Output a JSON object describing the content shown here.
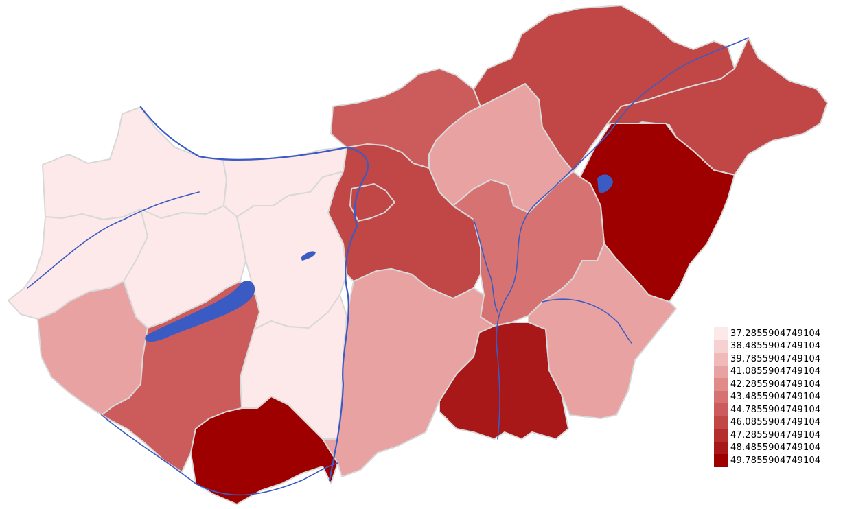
{
  "map": {
    "water_color": "#3b5bc4",
    "border_color": "#d8d8d8"
  },
  "legend": {
    "entries": [
      {
        "label": "37.2855904749104",
        "color": "#fde9e9"
      },
      {
        "label": "38.4855904749104",
        "color": "#f7d1d1"
      },
      {
        "label": "39.7855904749104",
        "color": "#f0baba"
      },
      {
        "label": "41.0855904749104",
        "color": "#e9a2a2"
      },
      {
        "label": "42.2855904749104",
        "color": "#e08a8a"
      },
      {
        "label": "43.4855904749104",
        "color": "#d77272"
      },
      {
        "label": "44.7855904749104",
        "color": "#cc5c5c"
      },
      {
        "label": "46.0855904749104",
        "color": "#c14646"
      },
      {
        "label": "47.2855904749104",
        "color": "#b52e2e"
      },
      {
        "label": "48.4855904749104",
        "color": "#a81818"
      },
      {
        "label": "49.7855904749104",
        "color": "#9e0000"
      }
    ]
  },
  "regions": [
    {
      "id": "gyor-moson-sopron",
      "legend_class": 0
    },
    {
      "id": "komarom-esztergom",
      "legend_class": 0
    },
    {
      "id": "vas",
      "legend_class": 0
    },
    {
      "id": "veszprem",
      "legend_class": 0
    },
    {
      "id": "fejer",
      "legend_class": 0
    },
    {
      "id": "tolna",
      "legend_class": 0
    },
    {
      "id": "zala",
      "legend_class": 3
    },
    {
      "id": "somogy",
      "legend_class": 6
    },
    {
      "id": "baranya",
      "legend_class": 10
    },
    {
      "id": "pest",
      "legend_class": 7
    },
    {
      "id": "budapest",
      "legend_class": 7
    },
    {
      "id": "nograd",
      "legend_class": 6
    },
    {
      "id": "heves",
      "legend_class": 3
    },
    {
      "id": "borsod-abauj-zemplen",
      "legend_class": 7
    },
    {
      "id": "szabolcs-szatmar-bereg",
      "legend_class": 7
    },
    {
      "id": "hajdu-bihar",
      "legend_class": 10
    },
    {
      "id": "jasz-nagykun-szolnok",
      "legend_class": 5
    },
    {
      "id": "bacs-kiskun",
      "legend_class": 3
    },
    {
      "id": "csongrad",
      "legend_class": 9
    },
    {
      "id": "bekes",
      "legend_class": 3
    }
  ]
}
